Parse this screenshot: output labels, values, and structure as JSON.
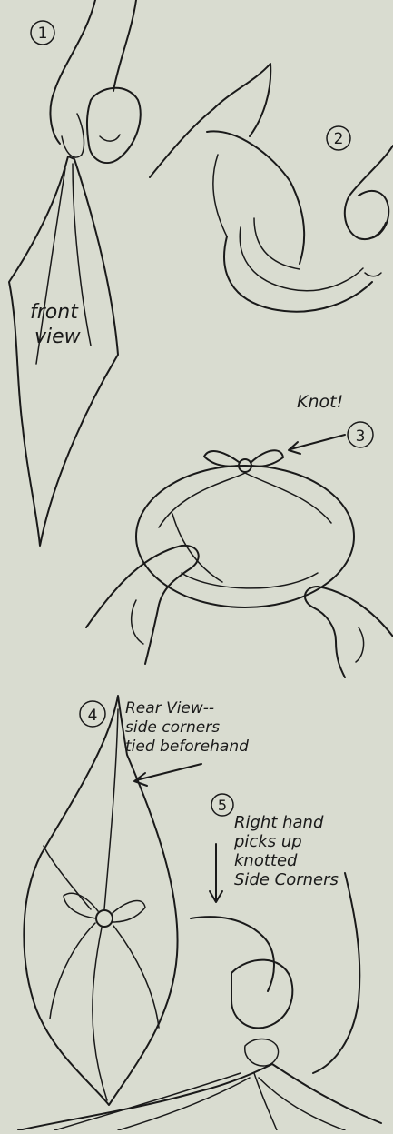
{
  "steps": [
    {
      "number": "1",
      "caption_lines": [
        "front",
        "view"
      ]
    },
    {
      "number": "2",
      "caption_lines": []
    },
    {
      "number": "3",
      "caption_lines": [
        "Knot!"
      ]
    },
    {
      "number": "4",
      "caption_lines": [
        "Rear View--",
        "side corners",
        "tied beforehand"
      ]
    },
    {
      "number": "5",
      "caption_lines": [
        "Right hand",
        "picks up",
        "knotted",
        "Side Corners"
      ]
    }
  ],
  "colors": {
    "background": "#d9dcd0",
    "ink": "#1a1a1a"
  }
}
